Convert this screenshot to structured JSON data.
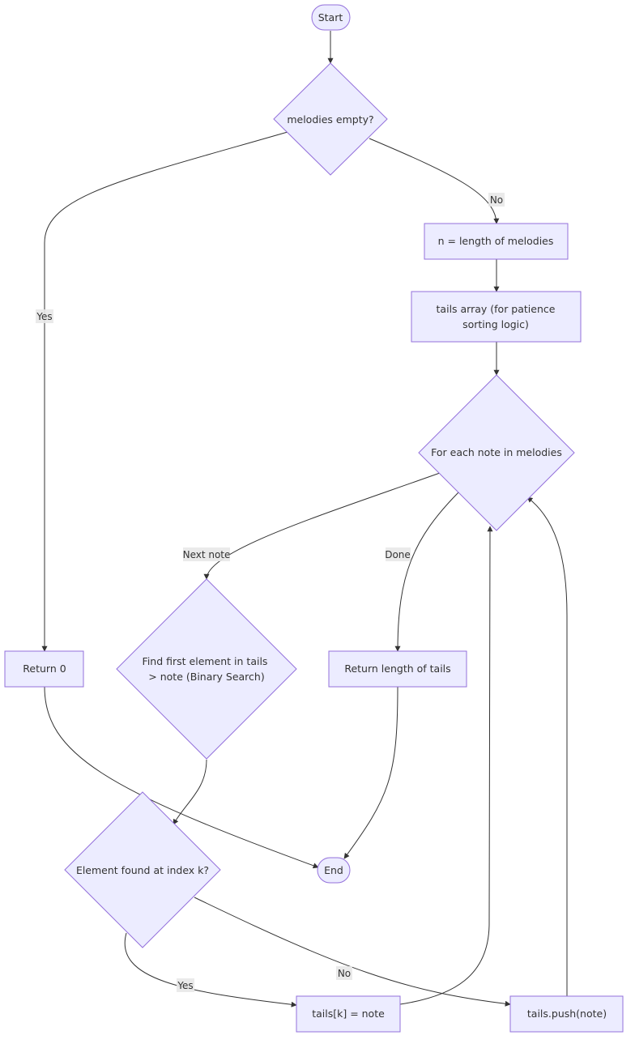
{
  "nodes": {
    "start": "Start",
    "melodies_empty": "melodies empty?",
    "n_length": "n = length of melodies",
    "tails_array_1": "tails array (for patience",
    "tails_array_2": "sorting logic)",
    "for_each": "For each note in melodies",
    "return_0": "Return 0",
    "find_first_1": "Find first element in tails",
    "find_first_2": "> note (Binary Search)",
    "return_length": "Return length of tails",
    "element_found": "Element found at index k?",
    "end": "End",
    "tails_k": "tails[k] = note",
    "tails_push": "tails.push(note)"
  },
  "edge_labels": {
    "no_1": "No",
    "yes_1": "Yes",
    "next_note": "Next note",
    "done": "Done",
    "no_2": "No",
    "yes_2": "Yes"
  },
  "colors": {
    "node_fill": "#ECECFF",
    "node_stroke": "#9370DB",
    "edge": "#333333",
    "edge_label_bg": "#e8e8e8"
  }
}
